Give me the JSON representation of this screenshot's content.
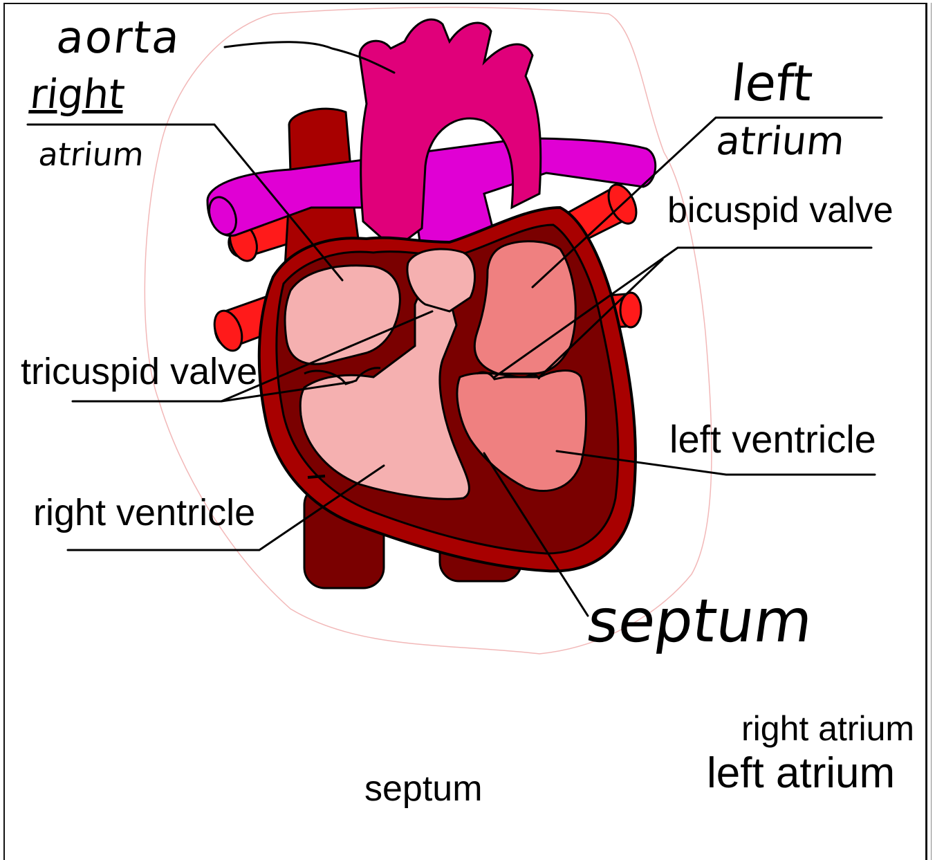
{
  "handwritten_labels": {
    "aorta": "aorta",
    "right_atrium_line1": "right",
    "right_atrium_line2": "atrium",
    "left_atrium_line1": "left",
    "left_atrium_line2": "atrium",
    "septum": "septum"
  },
  "typed_labels": {
    "bicuspid_valve": "bicuspid valve",
    "tricuspid_valve": "tricuspid valve",
    "left_ventricle": "left ventricle",
    "right_ventricle": "right ventricle"
  },
  "answer_bank": {
    "right_atrium": "right atrium",
    "left_atrium": "left atrium",
    "septum": "septum"
  },
  "colors": {
    "aorta": "#e0007a",
    "pulmonary_artery": "#e000d4",
    "heart_wall": "#a80000",
    "heart_inner": "#7a0000",
    "vessels_red": "#ff1a1a",
    "right_chambers": "#f5b0b0",
    "left_chambers": "#ef8080",
    "outline": "#000000"
  }
}
